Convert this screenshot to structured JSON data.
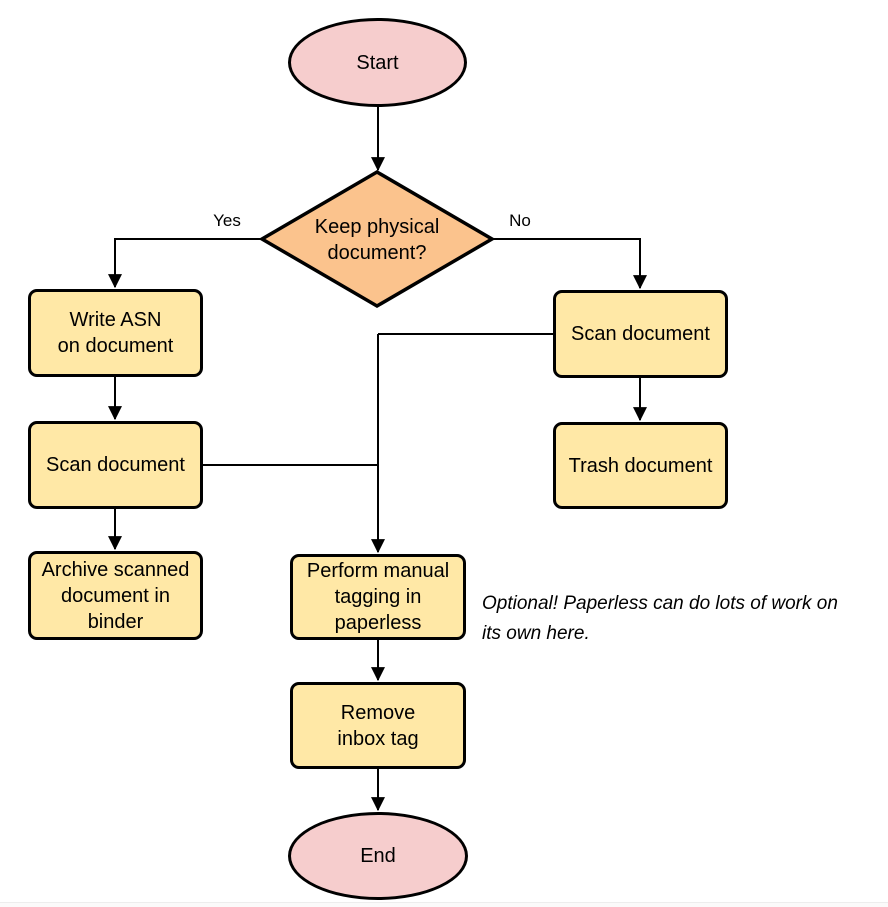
{
  "colors": {
    "terminal_fill": "#f6cdcd",
    "process_fill": "#ffe8a6",
    "decision_fill": "#fbc38d",
    "shape_stroke": "#000000",
    "edge_stroke": "#000000"
  },
  "nodes": {
    "start": {
      "label": "Start"
    },
    "decision": {
      "line1": "Keep physical",
      "line2": "document?"
    },
    "write_asn": {
      "line1": "Write ASN",
      "line2": "on document"
    },
    "scan_left": {
      "label": "Scan document"
    },
    "archive": {
      "line1": "Archive scanned",
      "line2": "document in",
      "line3": "binder"
    },
    "scan_right": {
      "label": "Scan document"
    },
    "trash": {
      "label": "Trash document"
    },
    "tagging": {
      "line1": "Perform manual",
      "line2": "tagging in",
      "line3": "paperless"
    },
    "remove_inbox": {
      "line1": "Remove",
      "line2": "inbox tag"
    },
    "end": {
      "label": "End"
    }
  },
  "edge_labels": {
    "yes": "Yes",
    "no": "No"
  },
  "note": {
    "line1": "Optional! Paperless can do lots of work on",
    "line2": "its own here."
  }
}
